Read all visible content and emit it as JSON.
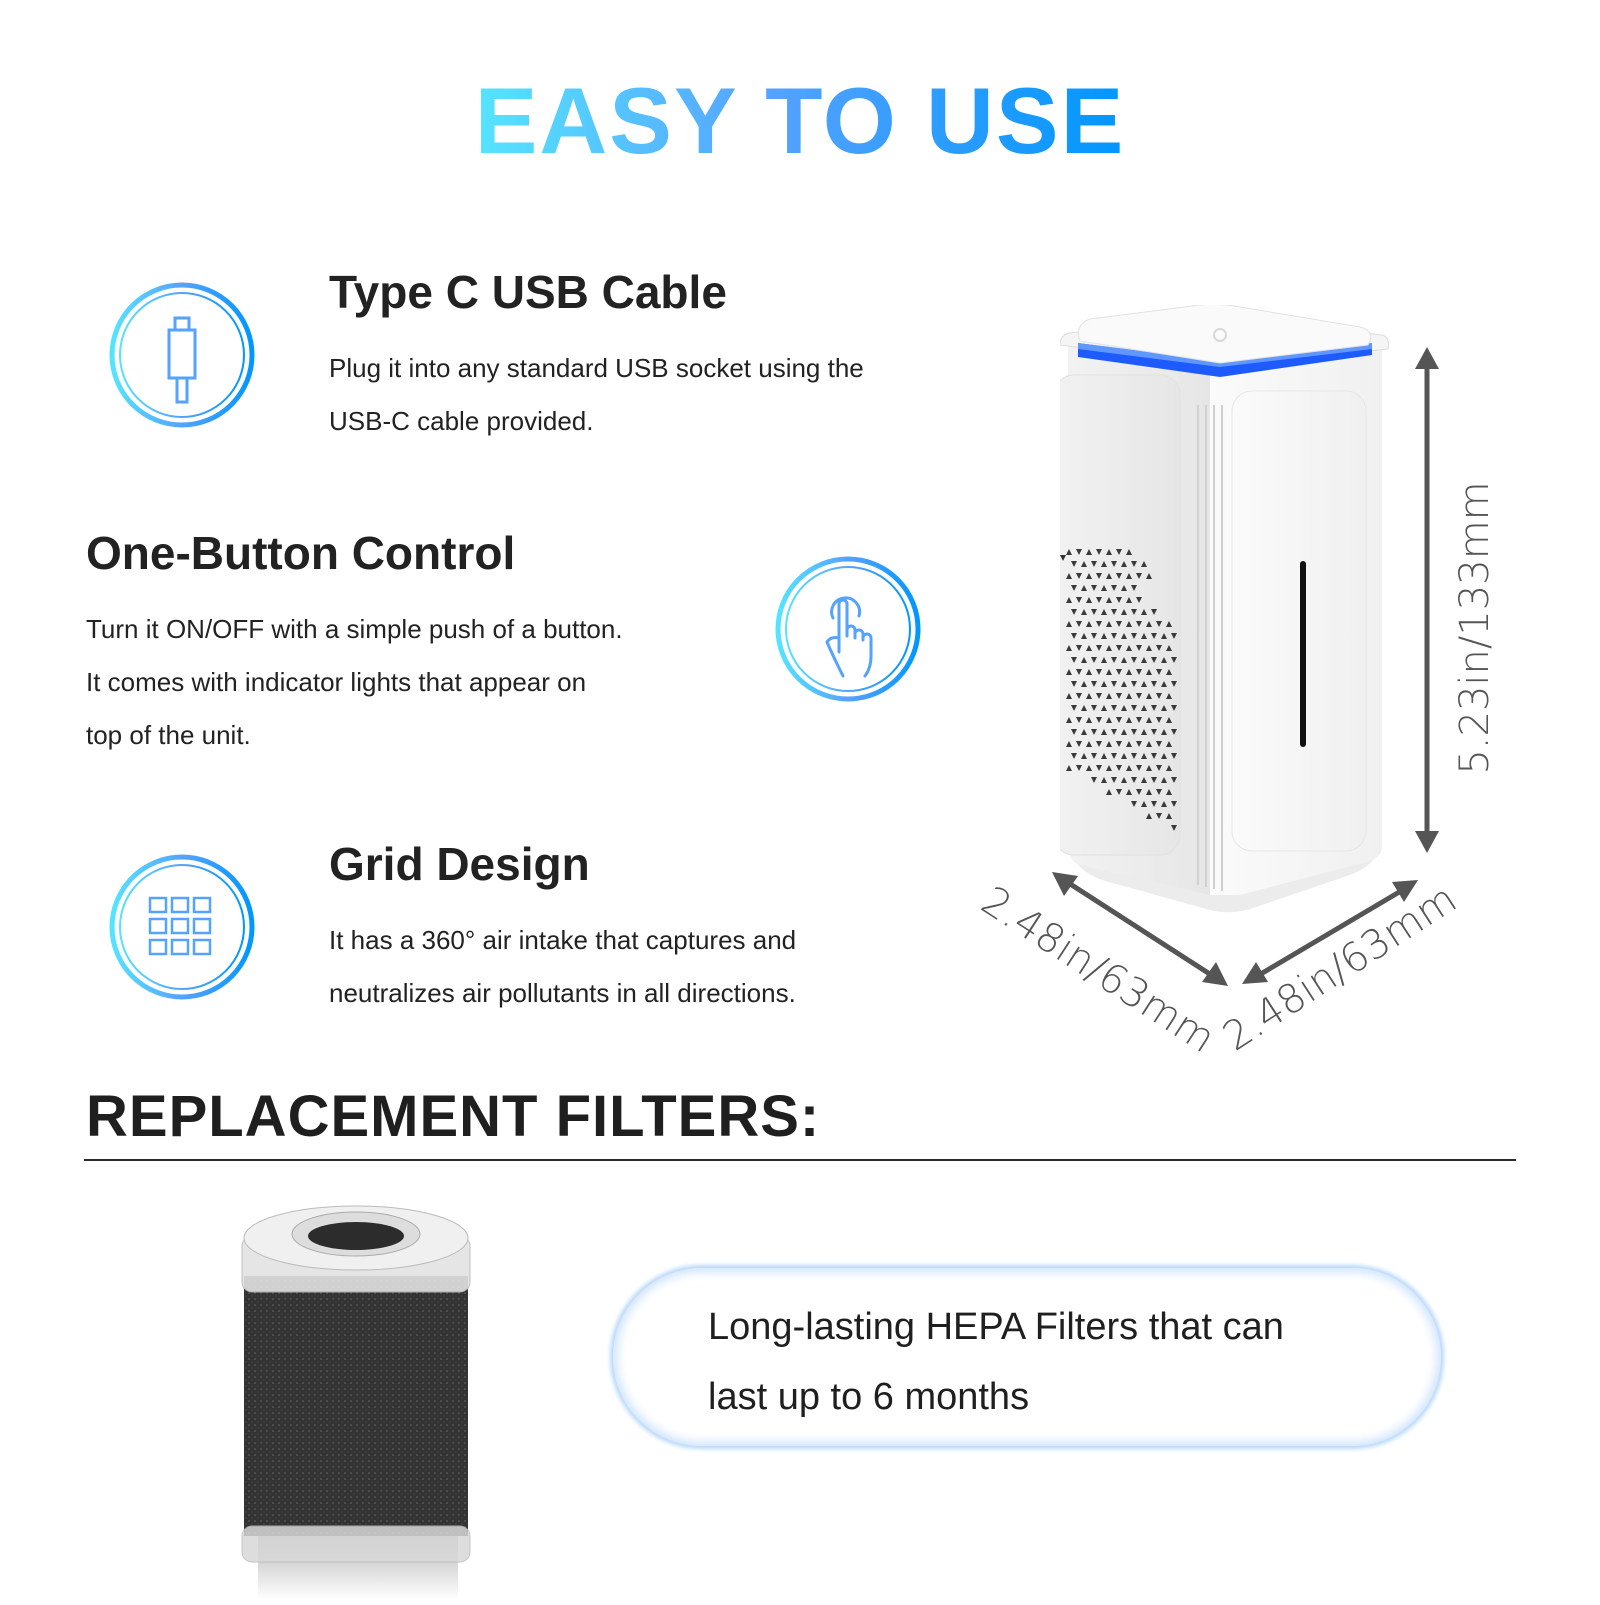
{
  "header": {
    "title": "EASY TO USE",
    "gradient": [
      "#55e4ff",
      "#56a2ff",
      "#0097ff"
    ]
  },
  "features": [
    {
      "icon": "usb-c-cable-icon",
      "title": "Type C USB Cable",
      "lines": [
        "Plug it into any standard USB socket using the",
        "USB-C cable provided."
      ]
    },
    {
      "icon": "finger-press-icon",
      "title": "One-Button Control",
      "lines": [
        "Turn it ON/OFF with a simple push of a button.",
        "It comes with indicator lights that appear on",
        "top of the unit."
      ]
    },
    {
      "icon": "grid-icon",
      "title": "Grid Design",
      "lines": [
        "It has a 360° air intake that captures and",
        "neutralizes air pollutants in all directions."
      ]
    }
  ],
  "product": {
    "name": "air-purifier",
    "height_label": "5.23in/133mm",
    "depth_label": "2.48in/63mm",
    "width_label": "2.48in/63mm",
    "light_color": "#1e5bff"
  },
  "replacement": {
    "title": "REPLACEMENT FILTERS:",
    "filter_image": "hepa-filter",
    "pill_lines": [
      "Long-lasting HEPA Filters that can",
      "last up to 6 months"
    ]
  }
}
